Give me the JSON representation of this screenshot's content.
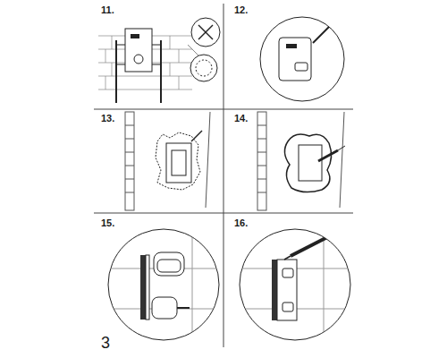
{
  "diagram": {
    "labels": [
      "11.",
      "12.",
      "13.",
      "14.",
      "15.",
      "16.",
      "3"
    ]
  }
}
